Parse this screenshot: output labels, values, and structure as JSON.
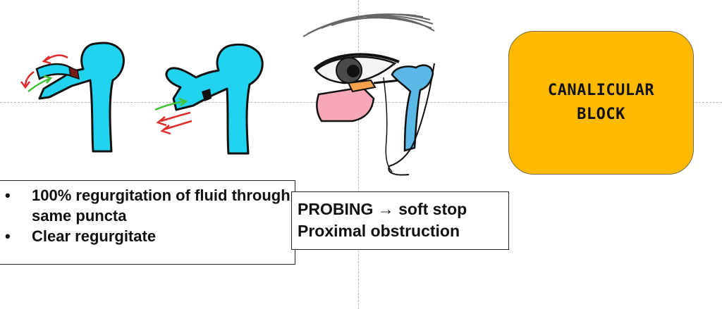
{
  "criteria": {
    "items": [
      "100% regurgitation of fluid through same puncta",
      "Clear regurgitate"
    ]
  },
  "probing": {
    "line1_lead": "PROBING",
    "line1_arrow": "→",
    "line1_tail": "soft stop",
    "line2": "Proximal obstruction"
  },
  "diagnosis": {
    "label": "CANALICULAR\nBLOCK"
  },
  "colors": {
    "cyan": "#22d3f0",
    "sac_blue": "#5cb8e6",
    "red_arrow": "#e02b2b",
    "green_arrow": "#44c23a",
    "block_brown": "#7a1a1a",
    "orange_probe": "#f5a04a",
    "pink_nose": "#f7a7b8",
    "diagnosis_fill": "#ffba00"
  },
  "icons": [
    "canaliculus-left-sketch",
    "canaliculus-right-sketch",
    "eye-lacrimal-system-sketch"
  ]
}
